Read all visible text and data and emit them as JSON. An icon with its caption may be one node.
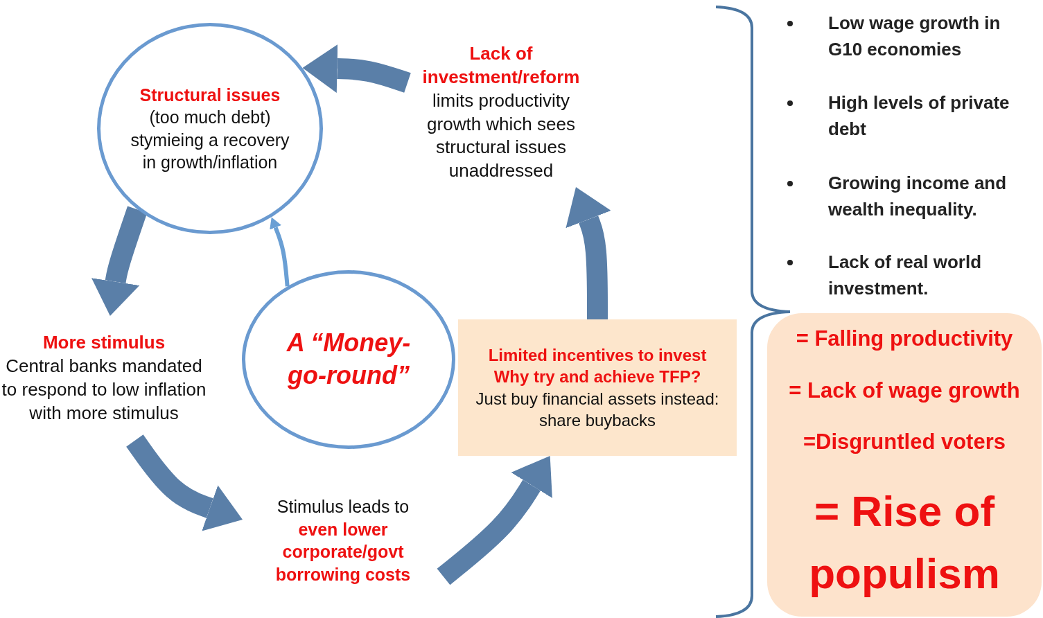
{
  "diagram": {
    "nodes": [
      {
        "text": [
          "Structural issues",
          "(too much debt) stymieing a recovery in growth/inflation"
        ]
      },
      {
        "text": [
          "Lack of investment/reform",
          "limits productivity growth which sees structural issues unaddressed"
        ]
      },
      {
        "text": [
          "A “Money-go-round”"
        ]
      },
      {
        "text": [
          "More stimulus",
          "Central banks mandated to respond to low inflation with more stimulus"
        ]
      },
      {
        "text": [
          "Limited incentives to invest Why try and achieve TFP?",
          "Just buy financial assets instead: share buybacks"
        ]
      },
      {
        "text": [
          "Stimulus leads to",
          "even lower corporate/govt borrowing costs"
        ]
      },
      {
        "text": [
          "= Falling productivity",
          "= Lack of wage growth",
          "=Disgruntled voters",
          "= Rise of populism"
        ]
      }
    ],
    "edges": [
      {
        "from": 1,
        "to": 0,
        "arrow": "to"
      },
      {
        "from": 0,
        "to": 3,
        "arrow": "to"
      },
      {
        "from": 3,
        "to": 5,
        "arrow": "to"
      },
      {
        "from": 5,
        "to": 4,
        "arrow": "to"
      },
      {
        "from": 4,
        "to": 1,
        "arrow": "to"
      },
      {
        "from": 2,
        "to": 0,
        "arrow": "to",
        "color": "#6a9fd4"
      }
    ],
    "labels": [
      "Low wage growth in G10 economies",
      "High levels of private debt",
      "Growing income and wealth inequality.",
      "Lack of real world investment."
    ]
  }
}
